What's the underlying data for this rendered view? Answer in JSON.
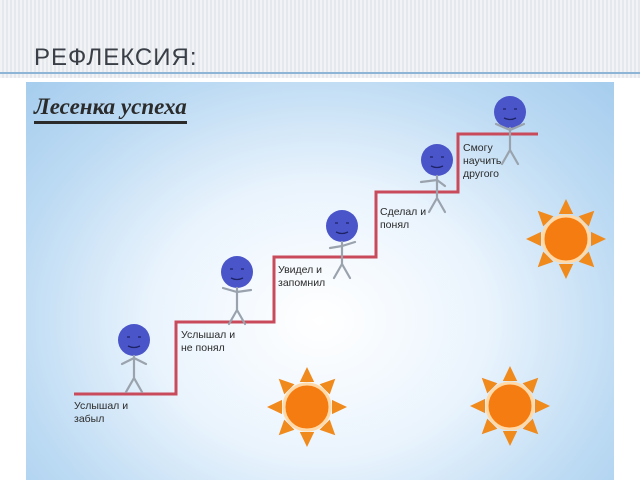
{
  "slide": {
    "title": "РЕФЛЕКСИЯ:"
  },
  "diagram": {
    "title": "Лесенка успеха",
    "steps": [
      {
        "lines": [
          "Услышал и",
          "забыл"
        ]
      },
      {
        "lines": [
          "Услышал и",
          "не понял"
        ]
      },
      {
        "lines": [
          "Увидел и",
          "запомнил"
        ]
      },
      {
        "lines": [
          "Сделал и",
          "понял"
        ]
      },
      {
        "lines": [
          "Смогу",
          "научить",
          "другого"
        ]
      }
    ],
    "colors": {
      "stair": "#c94a5a",
      "figure": "#4a55c9",
      "sun": "#f08a1c",
      "sun_core": "#f57c10",
      "background": "#bcdaf3"
    }
  }
}
